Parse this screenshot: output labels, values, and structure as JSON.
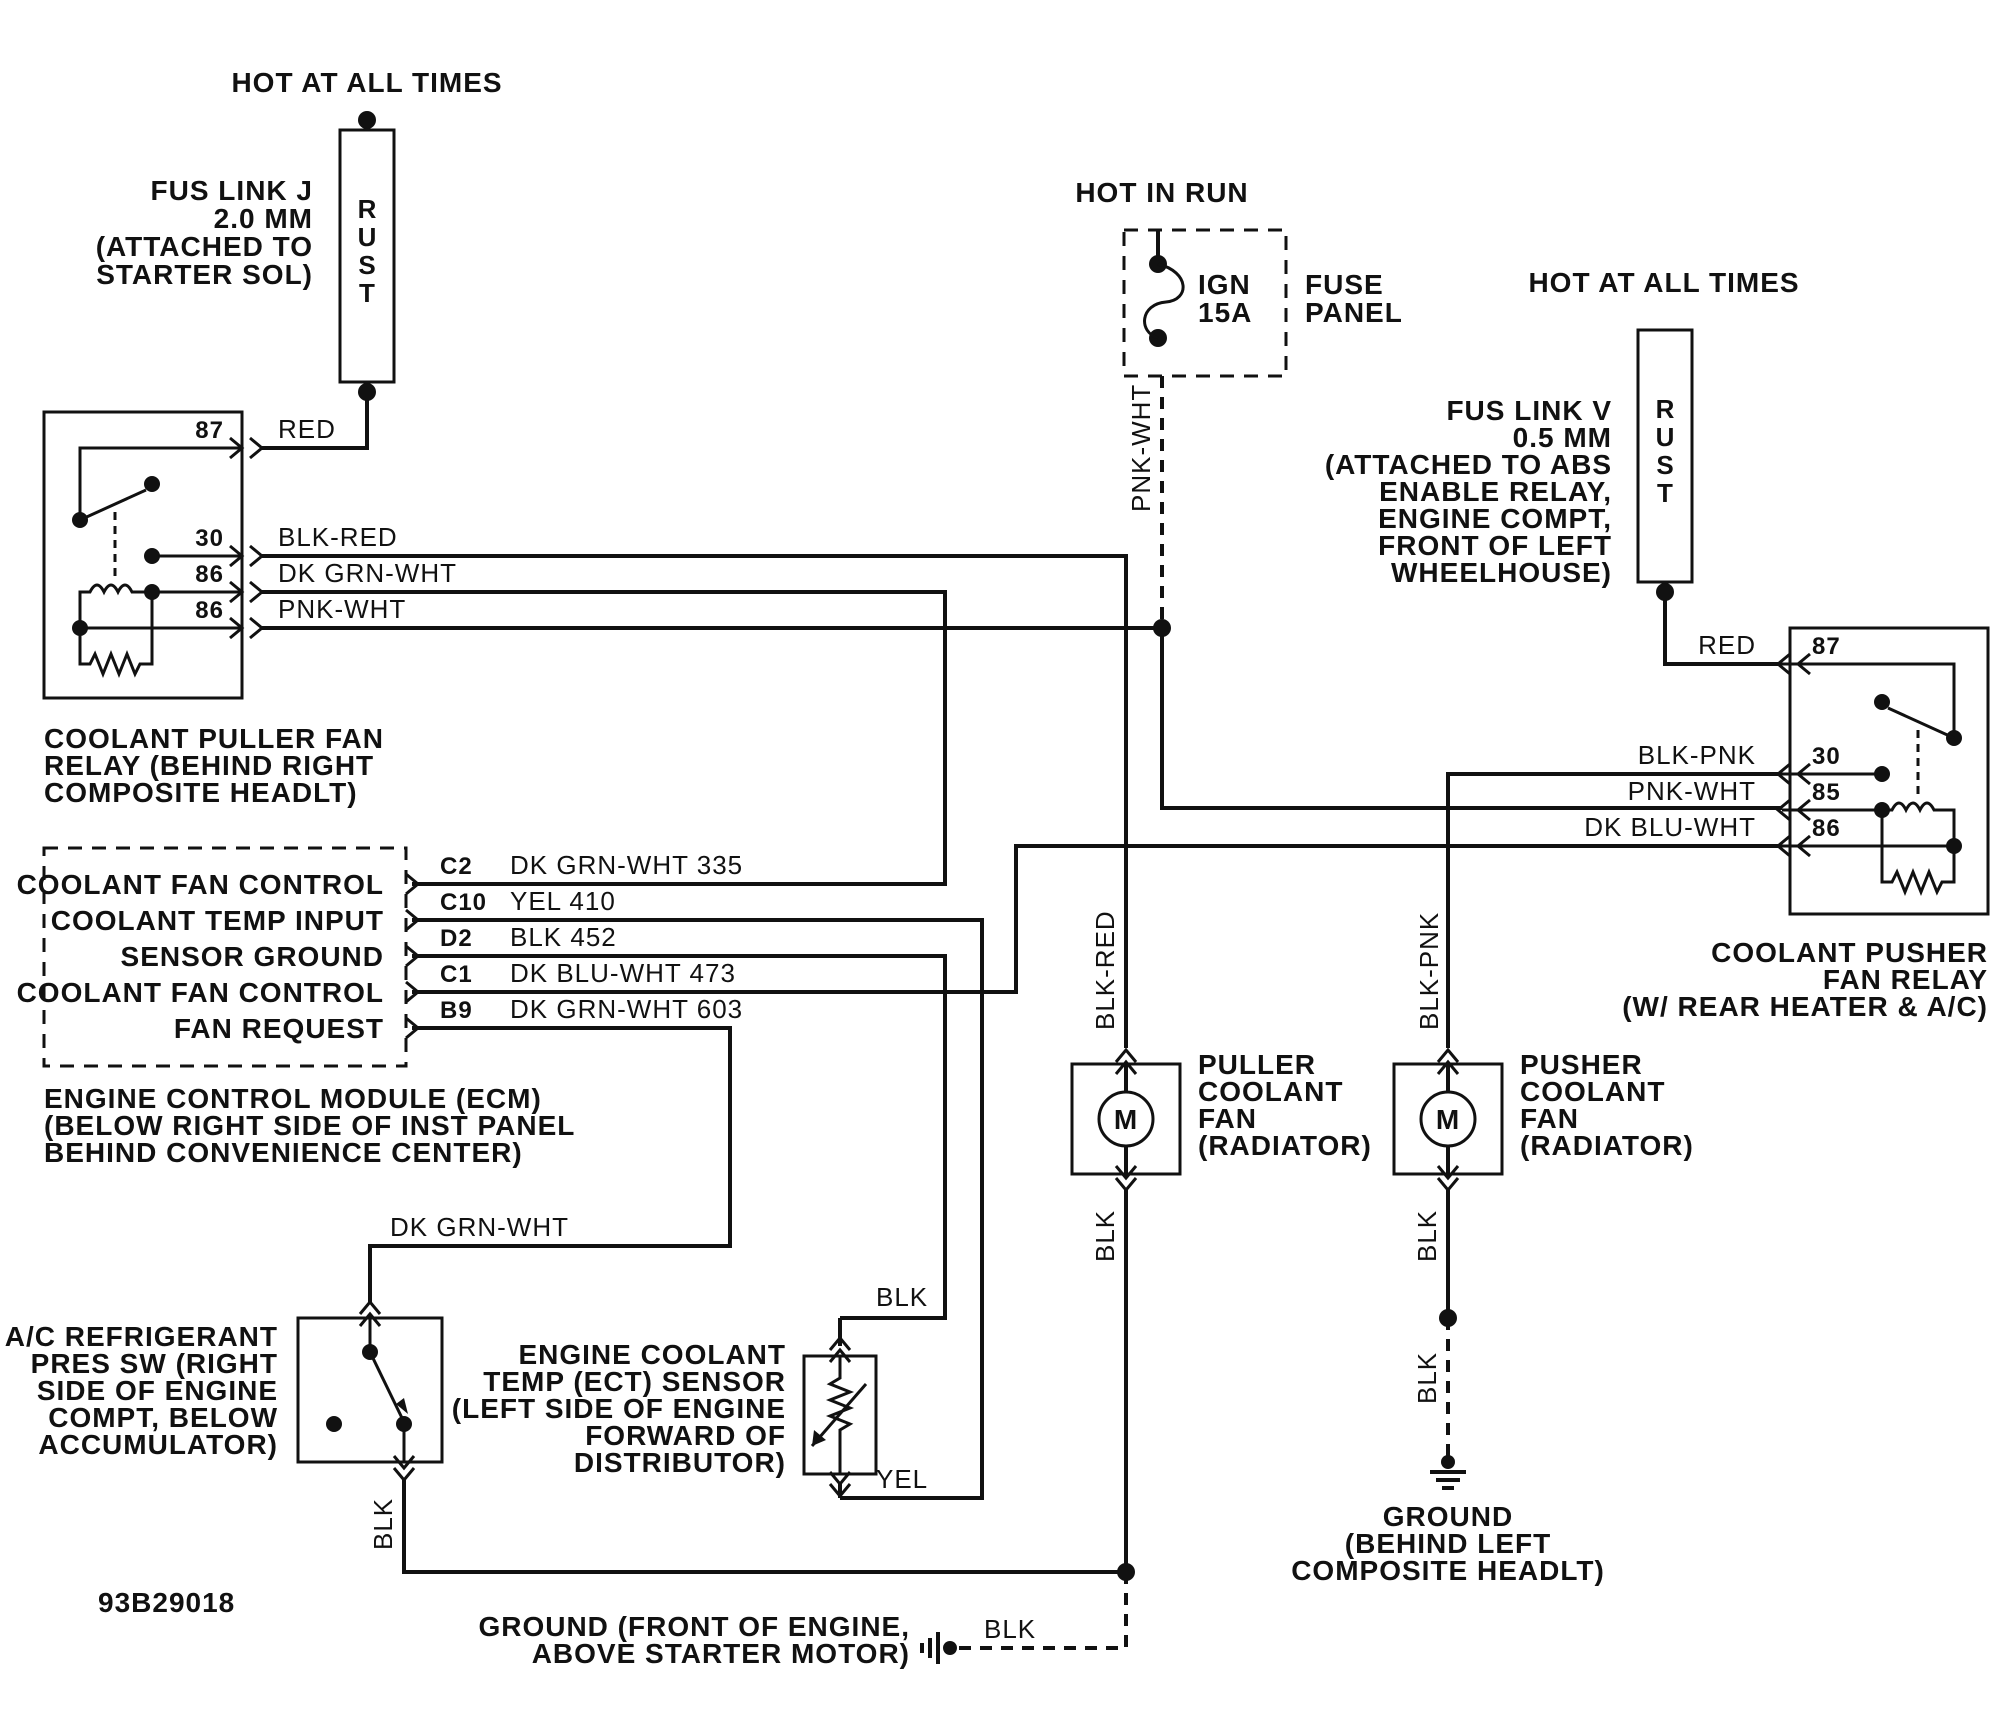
{
  "diagram_id": "93B29018",
  "colors": {
    "ink": "#111111",
    "paper": "#ffffff"
  },
  "fuse_link_j": {
    "hot_label": "HOT AT ALL TIMES",
    "element_text": [
      "R",
      "U",
      "S",
      "T"
    ],
    "desc": [
      "FUS LINK J",
      "2.0 MM",
      "(ATTACHED TO",
      "STARTER SOL)"
    ]
  },
  "fuse_ign": {
    "hot_label": "HOT IN RUN",
    "rating": [
      "IGN",
      "15A"
    ],
    "panel": [
      "FUSE",
      "PANEL"
    ]
  },
  "fuse_link_v": {
    "hot_label": "HOT AT ALL TIMES",
    "element_text": [
      "R",
      "U",
      "S",
      "T"
    ],
    "desc": [
      "FUS LINK V",
      "0.5 MM",
      "(ATTACHED TO ABS",
      "ENABLE RELAY,",
      "ENGINE COMPT,",
      "FRONT OF LEFT",
      "WHEELHOUSE)"
    ]
  },
  "puller_relay": {
    "pins": [
      "87",
      "30",
      "86",
      "86"
    ],
    "wires": [
      "RED",
      "BLK-RED",
      "DK GRN-WHT",
      "PNK-WHT"
    ],
    "desc": [
      "COOLANT PULLER FAN",
      "RELAY (BEHIND RIGHT",
      "COMPOSITE HEADLT)"
    ]
  },
  "pusher_relay": {
    "pins": [
      "87",
      "30",
      "85",
      "86"
    ],
    "wires": [
      "RED",
      "BLK-PNK",
      "PNK-WHT",
      "DK BLU-WHT"
    ],
    "desc": [
      "COOLANT PUSHER",
      "FAN RELAY",
      "(W/ REAR HEATER & A/C)"
    ]
  },
  "ecm": {
    "rows": [
      {
        "label": "COOLANT FAN CONTROL",
        "pin": "C2",
        "wire": "DK GRN-WHT 335"
      },
      {
        "label": "COOLANT TEMP INPUT",
        "pin": "C10",
        "wire": "YEL 410"
      },
      {
        "label": "SENSOR GROUND",
        "pin": "D2",
        "wire": "BLK 452"
      },
      {
        "label": "COOLANT FAN CONTROL",
        "pin": "C1",
        "wire": "DK BLU-WHT 473"
      },
      {
        "label": "FAN REQUEST",
        "pin": "B9",
        "wire": "DK GRN-WHT 603"
      }
    ],
    "desc": [
      "ENGINE CONTROL MODULE (ECM)",
      "(BELOW RIGHT SIDE OF INST PANEL",
      "BEHIND CONVENIENCE CENTER)"
    ]
  },
  "vertical_wires": {
    "pnk_wht": "PNK-WHT",
    "blk_red": "BLK-RED",
    "blk_pnk": "BLK-PNK",
    "puller_gnd": "BLK",
    "pusher_gnd": "BLK",
    "pusher_gnd_dash": "BLK",
    "ac_sw_out": "BLK"
  },
  "puller_fan": {
    "motor": "M",
    "desc": [
      "PULLER",
      "COOLANT",
      "FAN",
      "(RADIATOR)"
    ]
  },
  "pusher_fan": {
    "motor": "M",
    "desc": [
      "PUSHER",
      "COOLANT",
      "FAN",
      "(RADIATOR)"
    ]
  },
  "ac_switch": {
    "in_wire": "DK GRN-WHT",
    "desc": [
      "A/C REFRIGERANT",
      "PRES SW (RIGHT",
      "SIDE OF ENGINE",
      "COMPT, BELOW",
      "ACCUMULATOR)"
    ]
  },
  "ect_sensor": {
    "top_wire": "BLK",
    "bottom_wire": "YEL",
    "desc": [
      "ENGINE COOLANT",
      "TEMP (ECT) SENSOR",
      "(LEFT SIDE OF ENGINE",
      "FORWARD OF",
      "DISTRIBUTOR)"
    ]
  },
  "ground_engine": {
    "wire": "BLK",
    "desc": [
      "GROUND (FRONT OF ENGINE,",
      "ABOVE STARTER MOTOR)"
    ]
  },
  "ground_left": {
    "desc": [
      "GROUND",
      "(BEHIND LEFT",
      "COMPOSITE HEADLT)"
    ]
  }
}
